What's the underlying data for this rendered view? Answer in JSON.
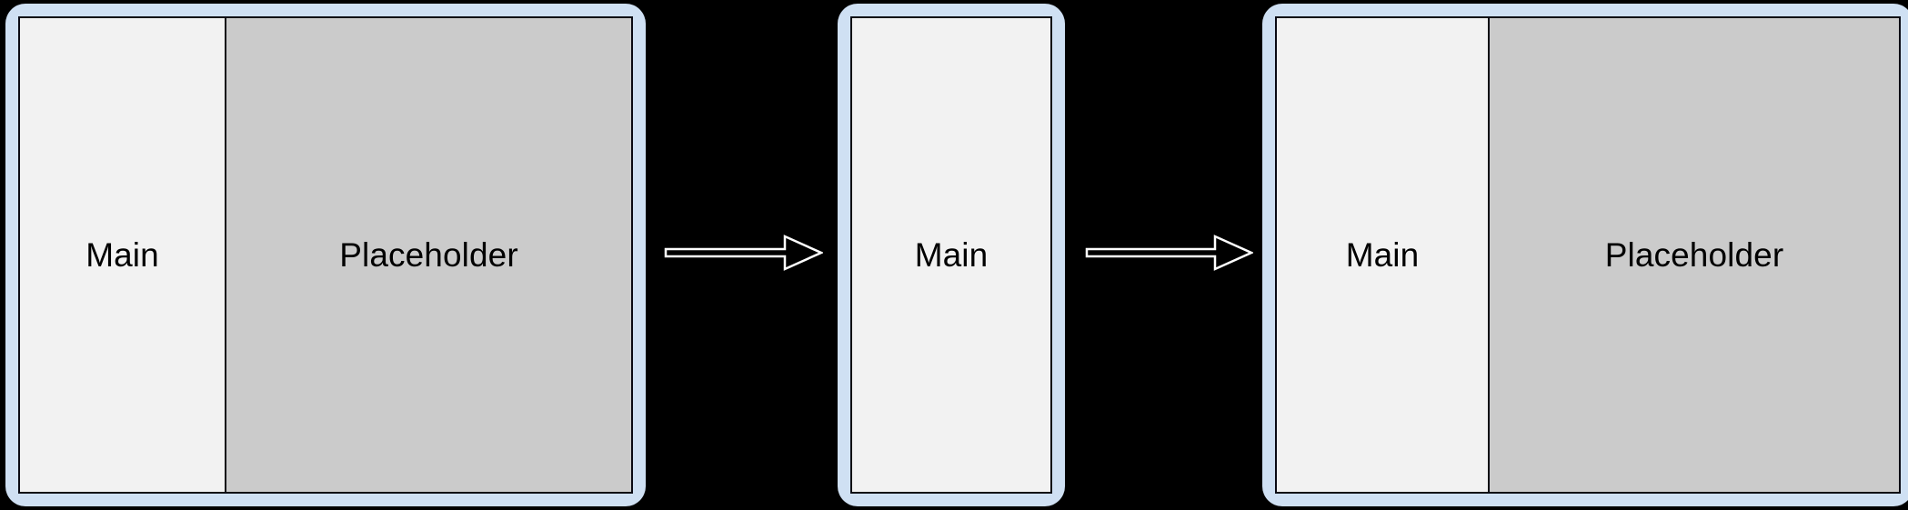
{
  "diagram": {
    "title": "Main / Placeholder panel transition",
    "background_color": "#000000",
    "frame_border_color": "#cfe0f3",
    "frame_outline_color": "#0a0a14",
    "main_panel_color": "#f2f2f2",
    "placeholder_panel_color": "#cbcbcb",
    "arrow_color": "#ffffff",
    "label_color": "#000000"
  },
  "cards": [
    {
      "id": "card-1",
      "panels": [
        {
          "name": "main",
          "label": "Main"
        },
        {
          "name": "placeholder",
          "label": "Placeholder"
        }
      ]
    },
    {
      "id": "card-2",
      "panels": [
        {
          "name": "main",
          "label": "Main"
        }
      ]
    },
    {
      "id": "card-3",
      "panels": [
        {
          "name": "main",
          "label": "Main"
        },
        {
          "name": "placeholder",
          "label": "Placeholder"
        }
      ]
    }
  ],
  "arrows": [
    {
      "id": "arrow-1",
      "direction": "right",
      "label": ""
    },
    {
      "id": "arrow-2",
      "direction": "right",
      "label": ""
    }
  ]
}
